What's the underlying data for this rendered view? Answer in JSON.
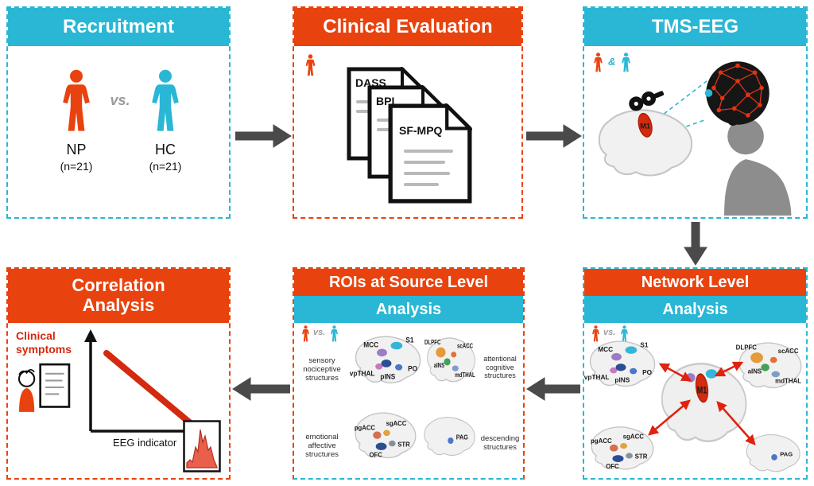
{
  "colors": {
    "cyan": "#29b7d5",
    "red": "#e8430f",
    "arrow_gray": "#4a4a4a",
    "m1_red": "#d42a0f"
  },
  "panels": {
    "recruitment": {
      "title": "Recruitment",
      "vs": "vs.",
      "np": {
        "label": "NP",
        "n": "(n=21)"
      },
      "hc": {
        "label": "HC",
        "n": "(n=21)"
      }
    },
    "clinical": {
      "title": "Clinical Evaluation",
      "docs": [
        "DASS",
        "BPI",
        "SF-MPQ"
      ]
    },
    "tms": {
      "title": "TMS-EEG",
      "amp": "&",
      "m1": "M1"
    },
    "correlation": {
      "title_line1": "Correlation",
      "title_line2": "Analysis",
      "ylabel": "Clinical symptoms",
      "xlabel": "EEG indicator"
    },
    "rois": {
      "title_line1": "ROIs at Source Level",
      "title_line2": "Analysis",
      "vs": "vs.",
      "sensory": {
        "name": "sensory nociceptive structures",
        "regions": [
          "MCC",
          "S1",
          "vpTHAL",
          "pINS",
          "PO"
        ]
      },
      "attentional": {
        "name": "attentional cognitive structures",
        "regions": [
          "DLPFC",
          "scACC",
          "aINS",
          "mdTHAL"
        ]
      },
      "emotional": {
        "name": "emotional affective structures",
        "regions": [
          "pgACC",
          "sgACC",
          "OFC",
          "STR"
        ]
      },
      "descending": {
        "name": "descending structures",
        "regions": [
          "PAG"
        ]
      }
    },
    "network": {
      "title_line1": "Network Level",
      "title_line2": "Analysis",
      "vs": "vs.",
      "m1": "M1",
      "tl": [
        "MCC",
        "S1",
        "vpTHAL",
        "pINS",
        "PO"
      ],
      "tr": [
        "DLPFC",
        "scACC",
        "aINS",
        "mdTHAL"
      ],
      "bl": [
        "pgACC",
        "sgACC",
        "OFC",
        "STR"
      ],
      "br": [
        "PAG"
      ]
    }
  }
}
